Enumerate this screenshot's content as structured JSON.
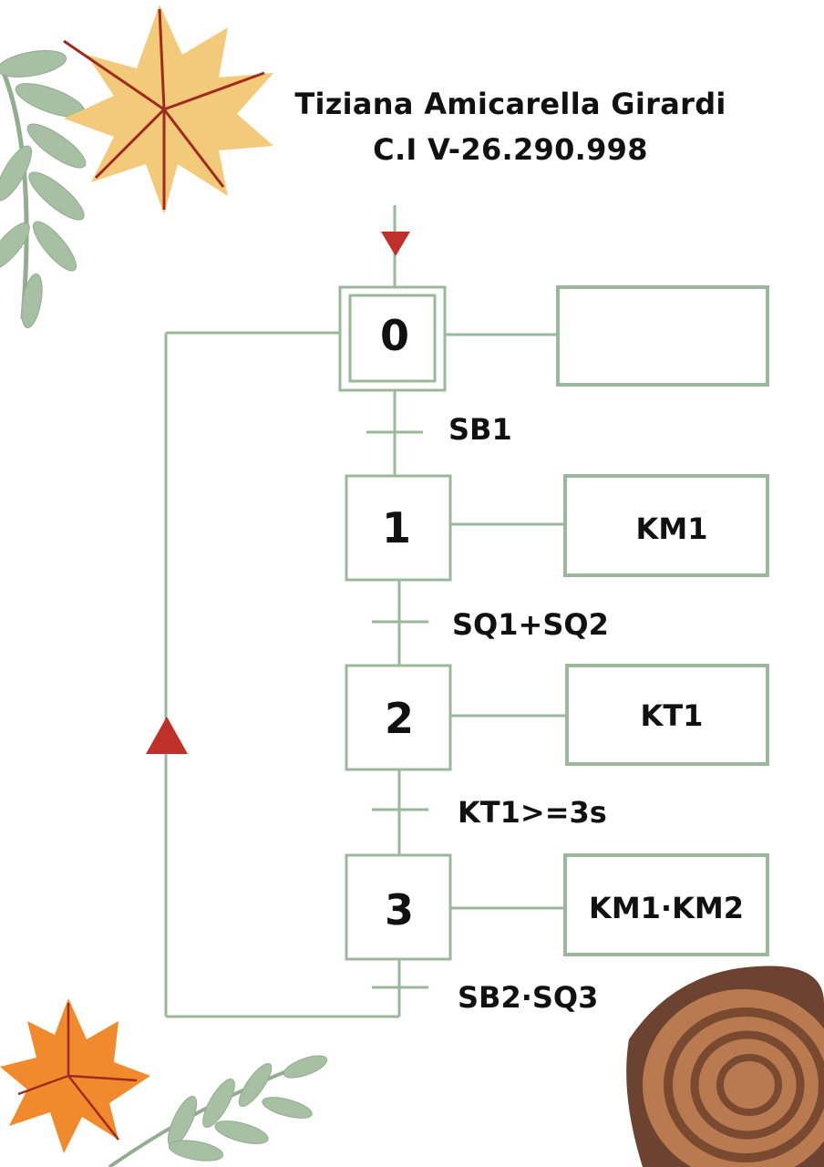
{
  "header": {
    "name": "Tiziana Amicarella Girardi",
    "id": "C.I V-26.290.998"
  },
  "colors": {
    "line": "#9ab89a",
    "arrow": "#c0302a",
    "text": "#111111",
    "leaf_yellow": "#f3c97a",
    "leaf_orange": "#f08a2c",
    "fern": "#93ad8f",
    "wood": "#b87a4e"
  },
  "steps": [
    {
      "number": "0",
      "initial": true,
      "action": ""
    },
    {
      "number": "1",
      "initial": false,
      "action": "KM1"
    },
    {
      "number": "2",
      "initial": false,
      "action": "KT1"
    },
    {
      "number": "3",
      "initial": false,
      "action": "KM1·KM2"
    }
  ],
  "transitions": [
    {
      "condition": "SB1"
    },
    {
      "condition": "SQ1+SQ2"
    },
    {
      "condition": "KT1>=3s"
    },
    {
      "condition": "SB2·SQ3"
    }
  ],
  "decorations": [
    "maple-leaf-yellow",
    "fern-branch",
    "maple-leaf-orange",
    "wood-slice"
  ]
}
